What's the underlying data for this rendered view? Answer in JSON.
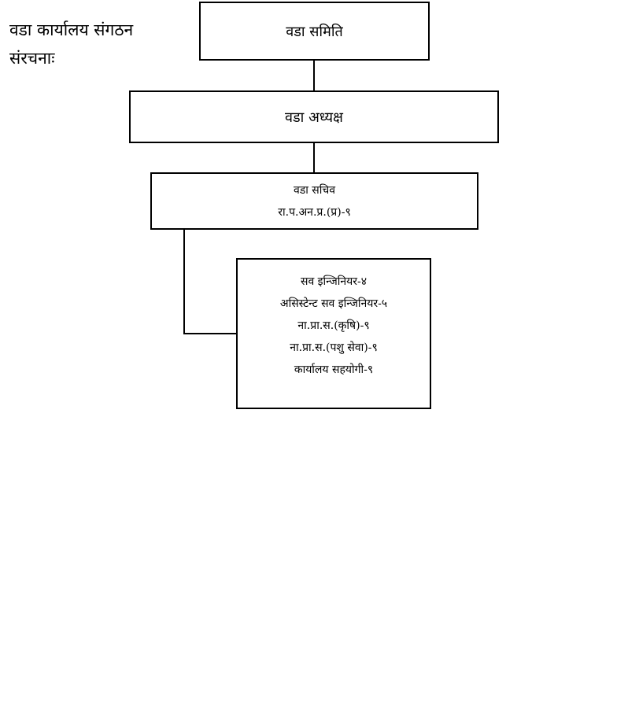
{
  "heading": {
    "line1": "वडा कार्यालय संगठन",
    "line2": "संरचनाः"
  },
  "nodes": {
    "ward_committee": "वडा समिति",
    "ward_chair": "वडा अध्यक्ष",
    "ward_secretary": {
      "title": "वडा सचिव",
      "grade": "रा.प.अन.प्र.(प्र)-९"
    },
    "staff": [
      "सव इन्जिनियर-४",
      "असिस्टेन्ट सव इन्जिनियर-५",
      "ना.प्रा.स.(कृषि)-९",
      "ना.प्रा.स.(पशु सेवा)-९",
      "कार्यालय सहयोगी-९"
    ]
  },
  "colors": {
    "line": "#000000",
    "background": "#ffffff"
  }
}
